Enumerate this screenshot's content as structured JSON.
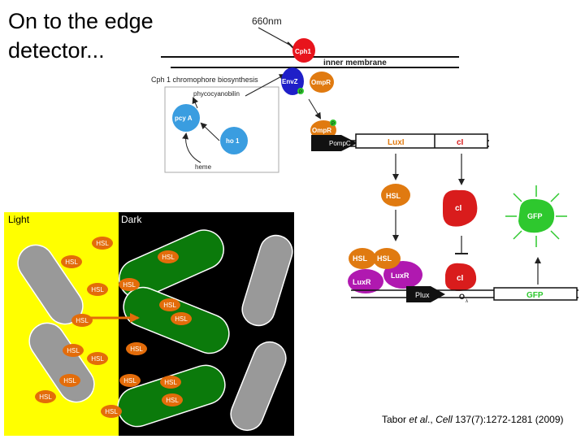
{
  "slide": {
    "title_line1": "On to the edge",
    "title_line2": "detector...",
    "citation_authors": "Tabor ",
    "citation_etal": "et al",
    "citation_journal": "Cell",
    "citation_tail": " 137(7):1272-1281 (2009)",
    "citation_dot": ".,"
  },
  "circuit": {
    "light_wavelength": "660nm",
    "membrane_label": "inner membrane",
    "biosynthesis_label": "Cph 1 chromophore biosynthesis",
    "phycocyanobilin": "phycocyanobilin",
    "heme": "heme",
    "pcyA": "pcy A",
    "ho1": "ho 1",
    "cph1": "Cph1",
    "envz": "EnvZ",
    "ompr": "OmpR",
    "phospho": "P",
    "ompc": "PompC",
    "luxi": "LuxI",
    "ci_gene": "cI",
    "hsl": "HSL",
    "ci_protein": "cI",
    "gfp_protein": "GFP",
    "luxr": "LuxR",
    "plux": "Plux",
    "operator": "O",
    "operator_sub": "λ",
    "gfp_gene": "GFP"
  },
  "panel": {
    "light_label": "Light",
    "dark_label": "Dark",
    "hsl_tag": "HSL"
  },
  "colors": {
    "light_bg": "#ffff00",
    "dark_bg": "#000000",
    "cell_grey": "#999999",
    "cell_green": "#0b7a0b",
    "hsl_orange": "#e36c0a",
    "cph1_red": "#e8141c",
    "envz_blue": "#1f1fc8",
    "ompr_orange": "#e07a10",
    "pcya_blue": "#3a9de0",
    "luxr_purple": "#b019b0",
    "ci_red": "#d91c1c",
    "gfp_green": "#2ec82e",
    "phospho_green": "#2ec82e"
  }
}
